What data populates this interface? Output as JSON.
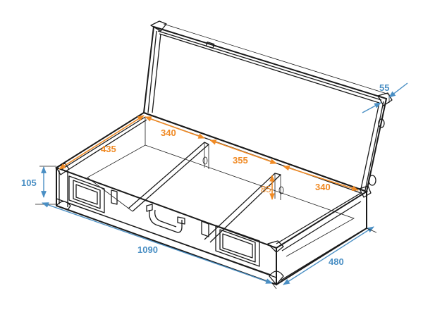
{
  "diagram": {
    "subject": "Open flight case with lid and three compartments",
    "colors": {
      "outer_dimension": "#4a8fc4",
      "inner_dimension": "#f08a24",
      "line": "#1a1a1a",
      "background": "#ffffff"
    },
    "outer_dimensions": {
      "length": "1090",
      "depth": "480",
      "height": "105",
      "lid_height": "55"
    },
    "inner_dimensions": {
      "depth": "435",
      "compartment_left": "340",
      "compartment_middle": "355",
      "compartment_right": "340",
      "divider_height": "85"
    }
  }
}
